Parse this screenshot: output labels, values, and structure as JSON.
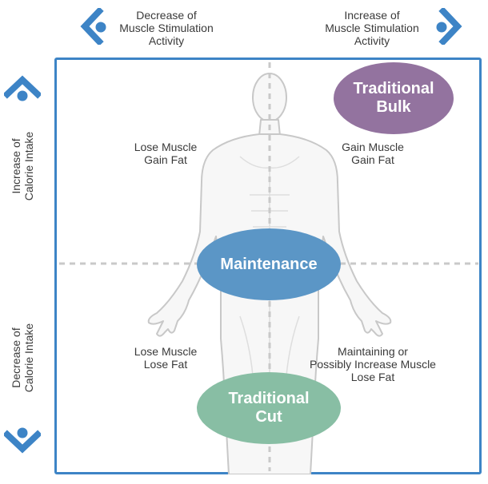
{
  "top": {
    "left_label": "Decrease of\nMuscle Stimulation\nActivity",
    "right_label": "Increase of\nMuscle Stimulation\nActivity"
  },
  "side": {
    "upper_label": "Increase of\nCalorie Intake",
    "lower_label": "Decrease of\nCalorie Intake"
  },
  "quadrants": {
    "top_left": "Lose Muscle\nGain Fat",
    "top_right": "Gain Muscle\nGain Fat",
    "bottom_left": "Lose Muscle\nLose Fat",
    "bottom_right": "Maintaining or\nPossibly Increase Muscle\nLose Fat"
  },
  "zones": {
    "bulk": {
      "label": "Traditional\nBulk",
      "color": "#93739f"
    },
    "maintenance": {
      "label": "Maintenance",
      "color": "#5b96c6"
    },
    "cut": {
      "label": "Traditional\nCut",
      "color": "#88bea4"
    }
  },
  "colors": {
    "accent": "#3d84c6",
    "frame": "#3d84c6"
  },
  "icons": {
    "left": "chevron-left-icon",
    "right": "chevron-right-icon",
    "up": "chevron-up-icon",
    "down": "chevron-down-icon"
  }
}
